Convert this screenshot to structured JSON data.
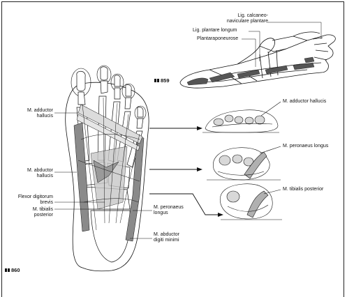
{
  "figures": {
    "top": "859",
    "bottom": "860"
  },
  "labels": {
    "calcaneo": [
      "Lig. calcaneo-",
      "naviculare plantare"
    ],
    "plantare_longum": "Lig. plantare longum",
    "plantaraponeurose": "Plantaraponeurose",
    "adductor_hallucis_left": [
      "M. adductor",
      "hallucis"
    ],
    "abductor_hallucis": [
      "M. abductor",
      "hallucis"
    ],
    "flexor_digitorum": [
      "Flexor digitorum",
      "brevis"
    ],
    "tibialis_left": [
      "M. tibialis",
      "posterior"
    ],
    "peronaeus_left": [
      "M. peronaeus",
      "longus"
    ],
    "abductor_digiti": [
      "M. abductor",
      "digiti minimi"
    ],
    "adductor_hallucis_right": "M. adductor hallucis",
    "peronaeus_right": "M. peronaeus longus",
    "tibialis_right": "M. tibialis posterior"
  },
  "colors": {
    "line": "#111111",
    "muscle_gray": "#8a8a8a",
    "light_gray": "#c8c8c8"
  }
}
